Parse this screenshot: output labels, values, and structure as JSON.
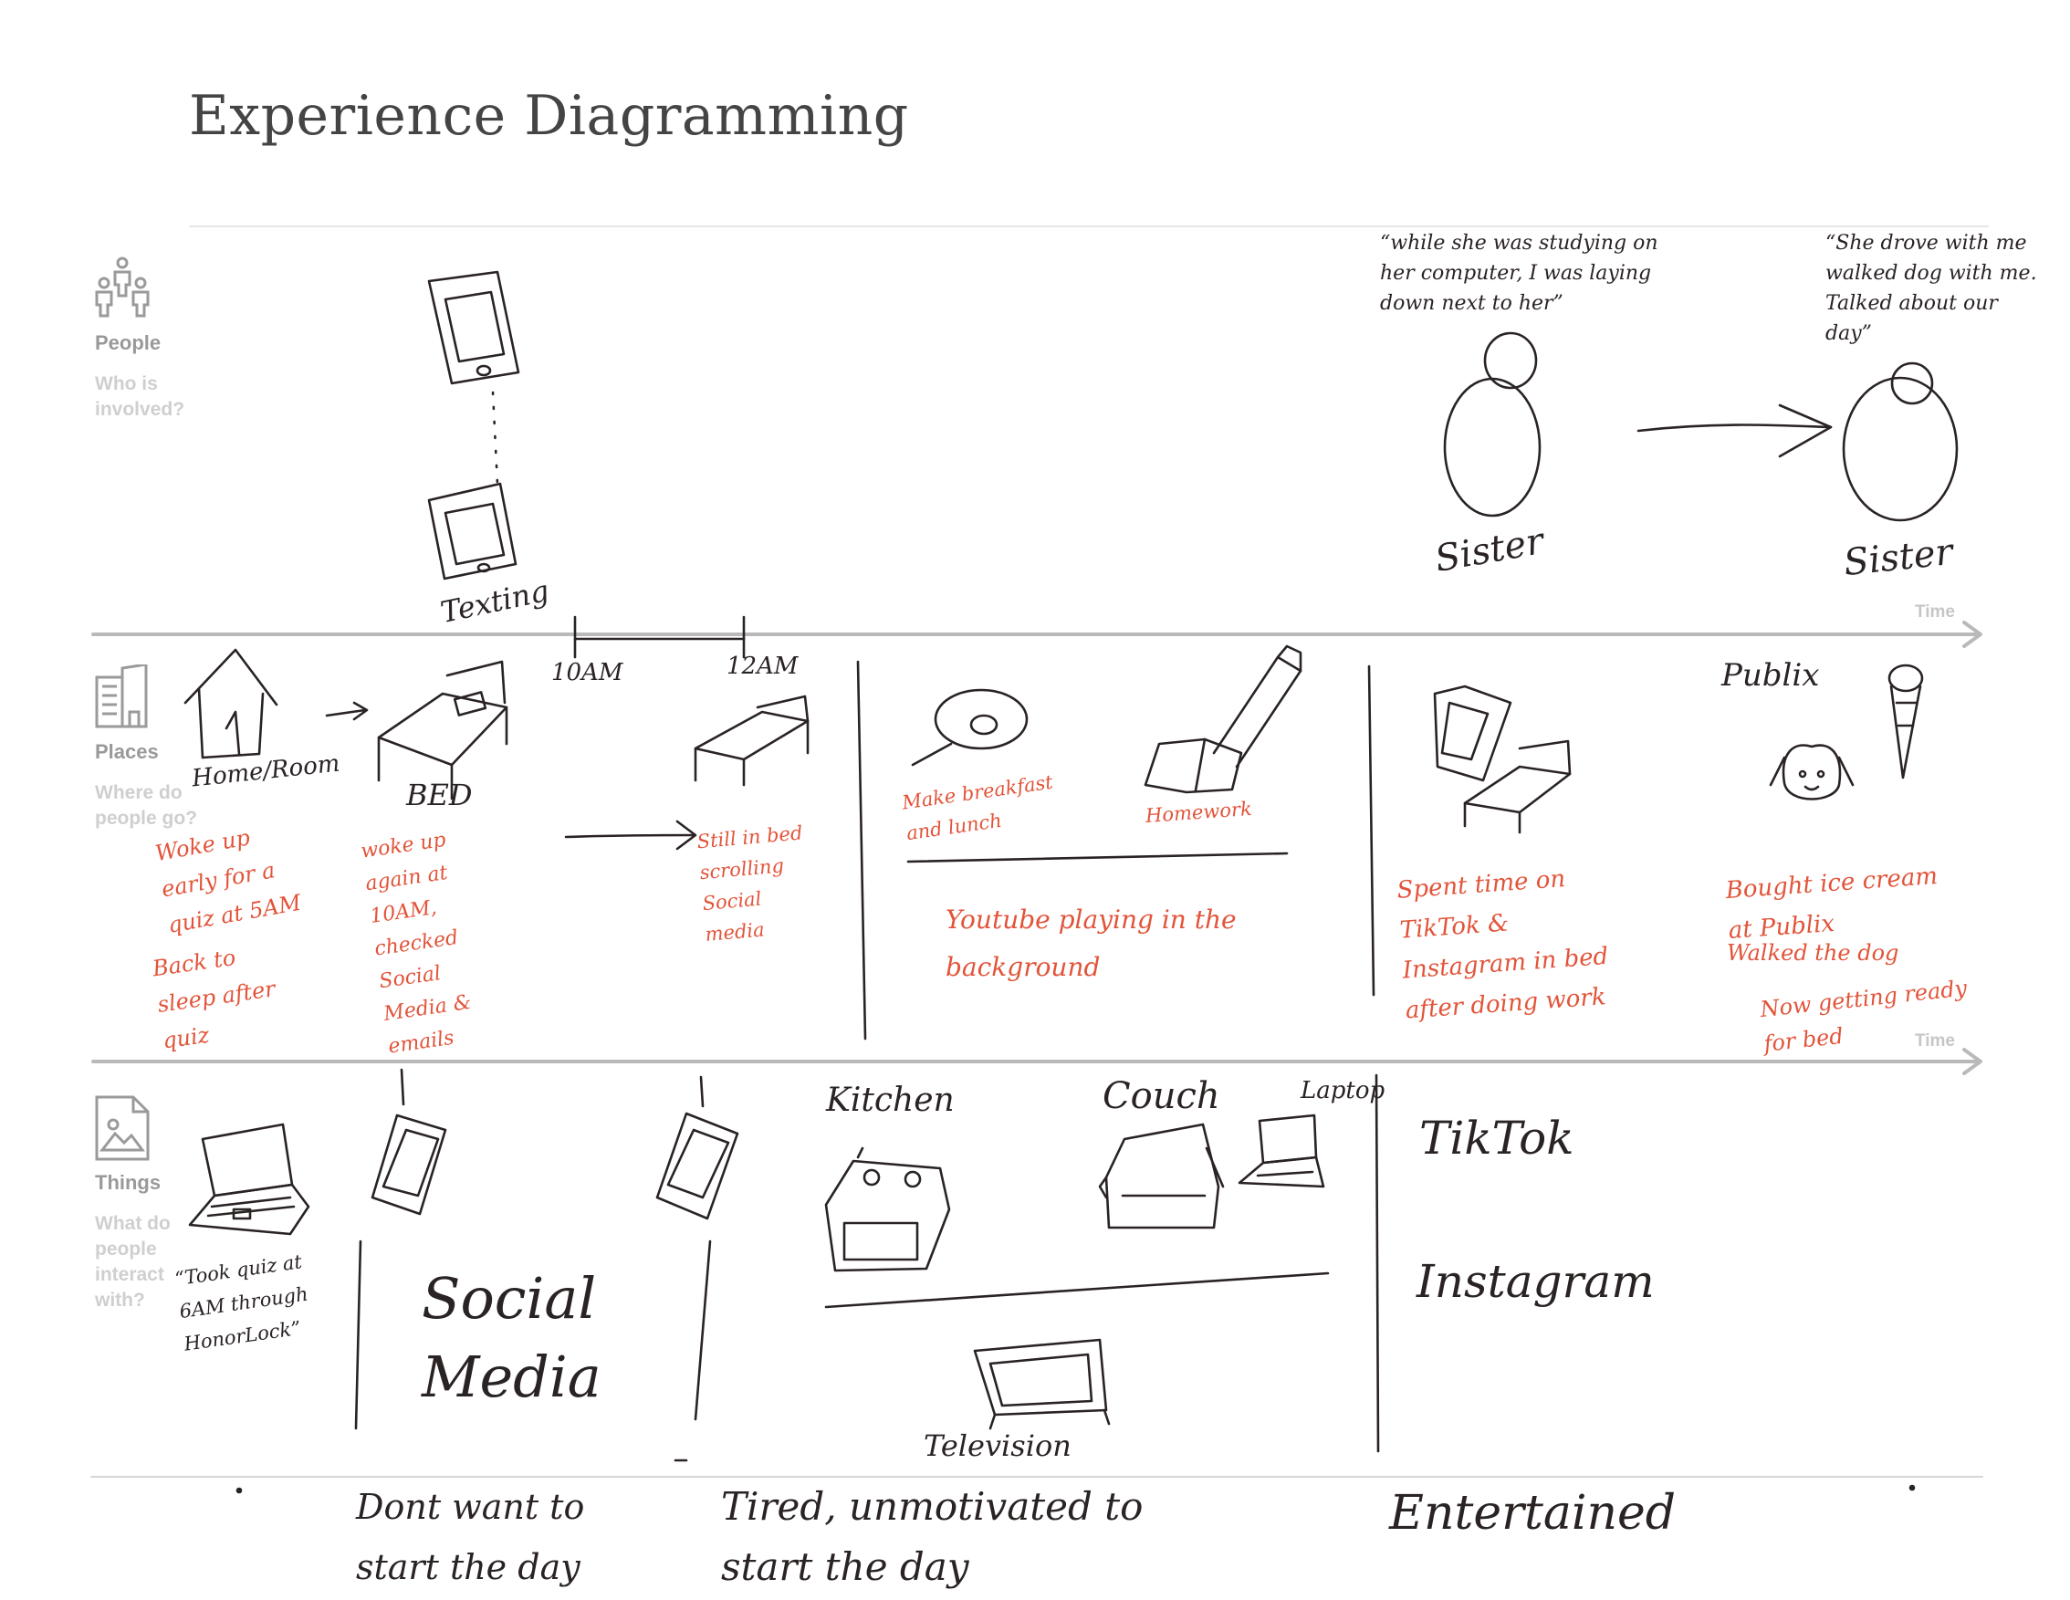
{
  "title": "Experience Diagramming",
  "rows": [
    {
      "label": "People",
      "question": "Who is involved?",
      "icon": "people-icon"
    },
    {
      "label": "Places",
      "question": "Where do people go?",
      "icon": "building-icon"
    },
    {
      "label": "Things",
      "question": "What do people interact with?",
      "icon": "image-icon"
    }
  ],
  "axis_label": "Time",
  "people": {
    "texting": "Texting",
    "quote_1": "“while she was studying on her computer, I was laying down next to her”",
    "quote_2": "“She drove with me walked dog with me. Talked about our day”",
    "sister_1": "Sister",
    "sister_2": "Sister"
  },
  "places": {
    "time_1": "10AM",
    "time_2": "12AM",
    "home": "Home/Room",
    "bed": "BED",
    "publix": "Publix",
    "make_food": "Make breakfast and lunch",
    "homework": "Homework",
    "notes": [
      "Woke up early for a quiz at 5AM",
      "Back to sleep after quiz",
      "woke up again at 10AM, checked Social Media & emails",
      "Still in bed scrolling Social media",
      "Youtube playing in the background",
      "Spent time on TikTok & Instagram in bed after doing work",
      "Bought ice cream at Publix",
      "Walked the dog",
      "Now getting ready for bed"
    ]
  },
  "things": {
    "quiz_note": "“Took quiz at 6AM through HonorLock”",
    "social_media": "Social Media",
    "kitchen": "Kitchen",
    "couch": "Couch",
    "laptop": "Laptop",
    "television": "Television",
    "tiktok": "TikTok",
    "instagram": "Instagram"
  },
  "feelings": [
    "Dont want to start the day",
    "Tired, unmotivated to start the day",
    "Entertained"
  ]
}
